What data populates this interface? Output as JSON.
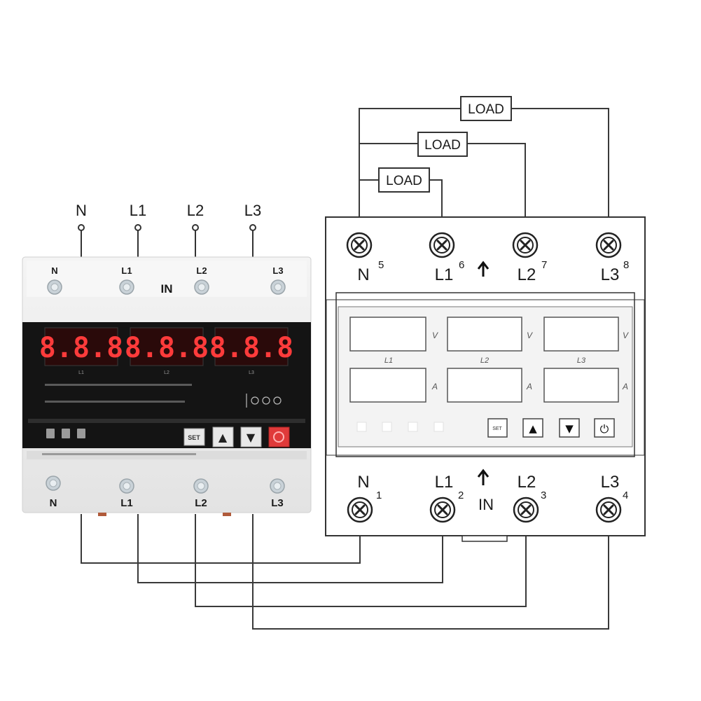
{
  "loads": [
    {
      "label": "LOAD"
    },
    {
      "label": "LOAD"
    },
    {
      "label": "LOAD"
    }
  ],
  "input_labels": [
    "N",
    "L1",
    "L2",
    "L3"
  ],
  "left_device": {
    "top_terminals": [
      "N",
      "L1",
      "L2",
      "L3"
    ],
    "in_label": "IN",
    "displays": [
      "8.8.8",
      "8.8.8",
      "8.8.8"
    ],
    "display_phase_labels": [
      "L1",
      "L2",
      "L3"
    ],
    "buttons": {
      "set": "SET",
      "up": "▲",
      "down": "▼"
    },
    "bottom_terminals": [
      "N",
      "L1",
      "L2",
      "L3"
    ]
  },
  "right_device": {
    "top_terminals": [
      {
        "label": "N",
        "num": "5"
      },
      {
        "label": "L1",
        "num": "6"
      },
      {
        "label": "L2",
        "num": "7"
      },
      {
        "label": "L3",
        "num": "8"
      }
    ],
    "voltage_unit": "V",
    "current_unit": "A",
    "phase_labels": [
      "L1",
      "L2",
      "L3"
    ],
    "buttons": {
      "set": "SET",
      "up": "▲",
      "down": "▼",
      "power": "⏻"
    },
    "in_label": "IN",
    "bottom_terminals": [
      {
        "label": "N",
        "num": "1"
      },
      {
        "label": "L1",
        "num": "2"
      },
      {
        "label": "L2",
        "num": "3"
      },
      {
        "label": "L3",
        "num": "4"
      }
    ]
  },
  "colors": {
    "lcd_red": "#ff3b3b",
    "power_button": "#e03a3a",
    "panel_dark": "#141414"
  }
}
